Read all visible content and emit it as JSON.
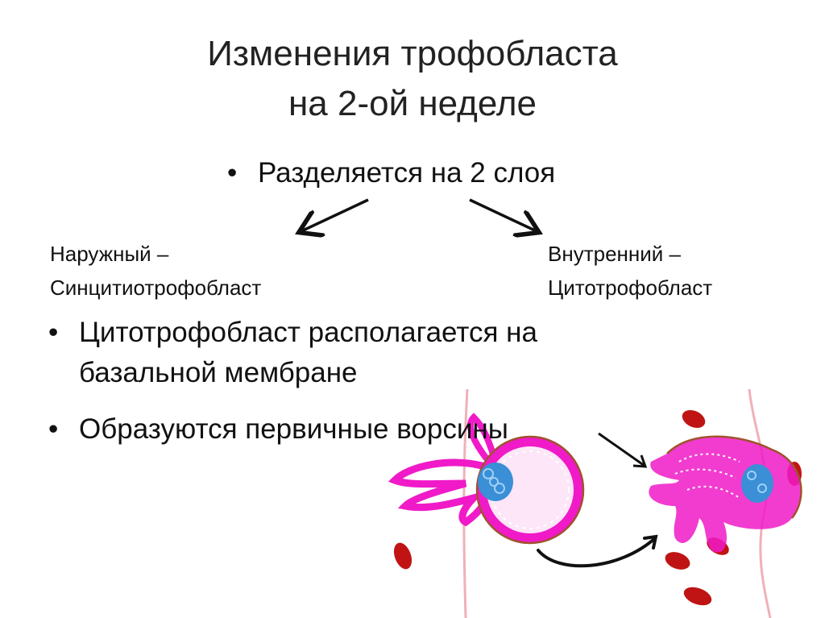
{
  "title": {
    "line1": "Изменения трофобласта",
    "line2": "на 2-ой неделе"
  },
  "bullets": {
    "symbol": "•",
    "split": "Разделяется на 2 слоя",
    "cyto_line1": "Цитотрофобласт располагается на",
    "cyto_line2": "базальной мембране",
    "villi": "Образуются первичные ворсины"
  },
  "layers": {
    "outer_line1": "Наружный –",
    "outer_line2": "Синцитиотрофобласт",
    "inner_line1": "Внутренний –",
    "inner_line2": "Цитотрофобласт"
  },
  "colors": {
    "syncytio": "#f01ac8",
    "nucleus": "#3a8fd6",
    "membrane": "#a0522d",
    "blood_cell": "#c01414",
    "vessel": "#f0b0b8"
  }
}
